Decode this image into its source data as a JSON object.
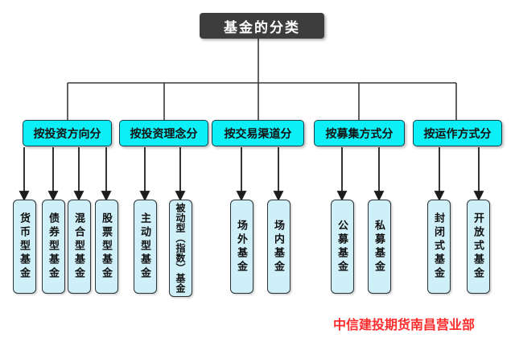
{
  "palette": {
    "canvas-bg": "#ffffff",
    "title-bg": "#3d3d3d",
    "title-text": "#ffffff",
    "branch-fill": "#0deff6",
    "branch-border": "#153f46",
    "leaf-fill": "#cff0f8",
    "leaf-border": "#2e3338",
    "node-text": "#111111",
    "line-color": "#3a3a3a",
    "footer-red": "#fd2c2c"
  },
  "diagram": {
    "title": "基金的分类",
    "branches": [
      {
        "label": "按投资方向分",
        "children": [
          "货币型基金",
          "债券型基金",
          "混合型基金",
          "股票型基金"
        ]
      },
      {
        "label": "按投资理念分",
        "children": [
          "主动型基金",
          "被动型（指数）基金"
        ]
      },
      {
        "label": "按交易渠道分",
        "children": [
          "场外基金",
          "场内基金"
        ]
      },
      {
        "label": "按募集方式分",
        "children": [
          "公募基金",
          "私募基金"
        ]
      },
      {
        "label": "按运作方式分",
        "children": [
          "封闭式基金",
          "开放式基金"
        ]
      }
    ],
    "footer": "中信建投期货南昌营业部"
  }
}
